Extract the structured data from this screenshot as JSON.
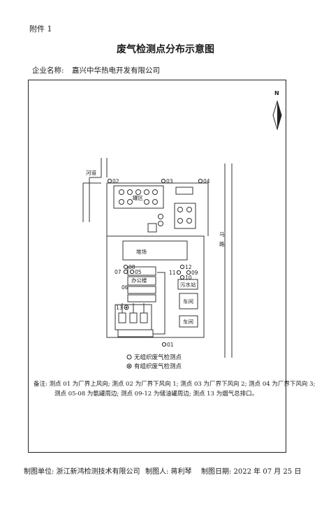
{
  "header": {
    "attachment": "附件 1",
    "title": "废气检测点分布示意图",
    "company_label": "企业名称:",
    "company_name": "嘉兴中华热电开发有限公司"
  },
  "map": {
    "north": "N",
    "river": "河道",
    "road": [
      "马",
      "路"
    ],
    "areas": {
      "coal_yard": "罐区",
      "stockpile": "堆场",
      "office": "办公楼",
      "sewage": "污水站",
      "garage1": "车间",
      "garage2": "车间"
    },
    "points": {
      "p01": "01",
      "p02": "02",
      "p03": "03",
      "p04": "04",
      "p05": "05",
      "p06": "06",
      "p07": "07",
      "p08": "08",
      "p09": "09",
      "p10": "10",
      "p11": "11",
      "p12": "12",
      "p13": "13"
    }
  },
  "legend": {
    "unorganized": "无组织废气检测点",
    "organized": "有组织废气检测点"
  },
  "note": {
    "line1": "备注: 测点 01 为厂界上风向; 测点 02 为厂界下风向 1; 测点 03 为厂界下风向 2; 测点 04 为厂界下风向 3;",
    "line2": "测点 05-08 为氨罐周边; 测点 09-12 为储油罐周边; 测点 13 为烟气总排口。"
  },
  "footer": {
    "maker_unit": "制图单位:  浙江新鸿检测技术有限公司",
    "maker": "制图人:  蒋利琴",
    "date": "制图日期:  2022 年 07 月 25 日"
  }
}
